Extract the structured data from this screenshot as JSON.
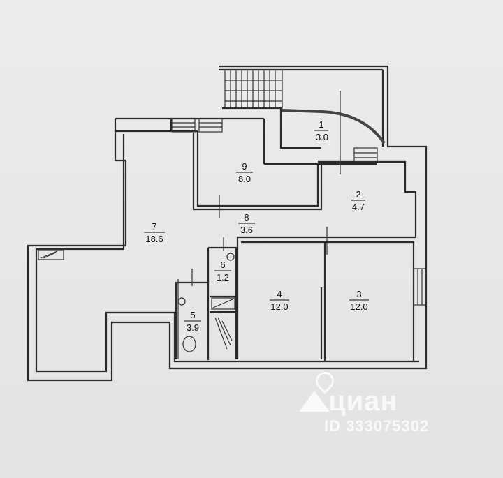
{
  "rooms": [
    {
      "number": "1",
      "area": "3.0"
    },
    {
      "number": "2",
      "area": "4.7"
    },
    {
      "number": "3",
      "area": "12.0"
    },
    {
      "number": "4",
      "area": "12.0"
    },
    {
      "number": "5",
      "area": "3.9"
    },
    {
      "number": "6",
      "area": "1.2"
    },
    {
      "number": "7",
      "area": "18.6"
    },
    {
      "number": "8",
      "area": "3.6"
    },
    {
      "number": "9",
      "area": "8.0"
    }
  ],
  "watermark": {
    "brand": "циан",
    "id": "ID 333075302"
  }
}
